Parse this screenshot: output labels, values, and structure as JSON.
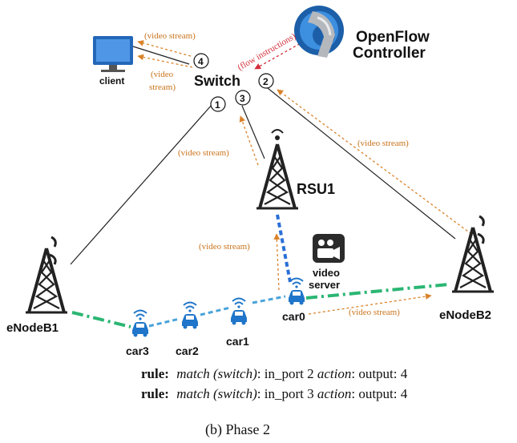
{
  "controller": {
    "line1": "OpenFlow",
    "line2": "Controller"
  },
  "flow_instructions": "(flow instructions)",
  "switch_label": "Switch",
  "client_label": "client",
  "rsu_label": "RSU1",
  "enodeb1_label": "eNodeB1",
  "enodeb2_label": "eNodeB2",
  "video_server": {
    "line1": "video",
    "line2": "server"
  },
  "cars": [
    "car3",
    "car2",
    "car1",
    "car0"
  ],
  "ports": [
    "4",
    "2",
    "1",
    "3"
  ],
  "stream_labels": {
    "client_top": "(video stream)",
    "client_bottom_1": "(video",
    "client_bottom_2": "stream)",
    "enodeb2_to_switch": "(video stream)",
    "rsu_to_switch": "(video stream)",
    "car0_to_rsu": "(video stream)",
    "car0_to_enodeb2": "(video stream)"
  },
  "rules": [
    {
      "k": "rule:",
      "m": "match (switch)",
      "p": ": in_port 2 ",
      "a": "action",
      "o": ": output: 4"
    },
    {
      "k": "rule:",
      "m": "match (switch)",
      "p": ": in_port 3 ",
      "a": "action",
      "o": ": output: 4"
    }
  ],
  "caption": "(b) Phase 2",
  "colors": {
    "stream": "#d9832b",
    "flow": "#d22d3a",
    "lte_link": "#2bb673",
    "rsu_link": "#2a6fd6",
    "car": "#1f75c9"
  }
}
